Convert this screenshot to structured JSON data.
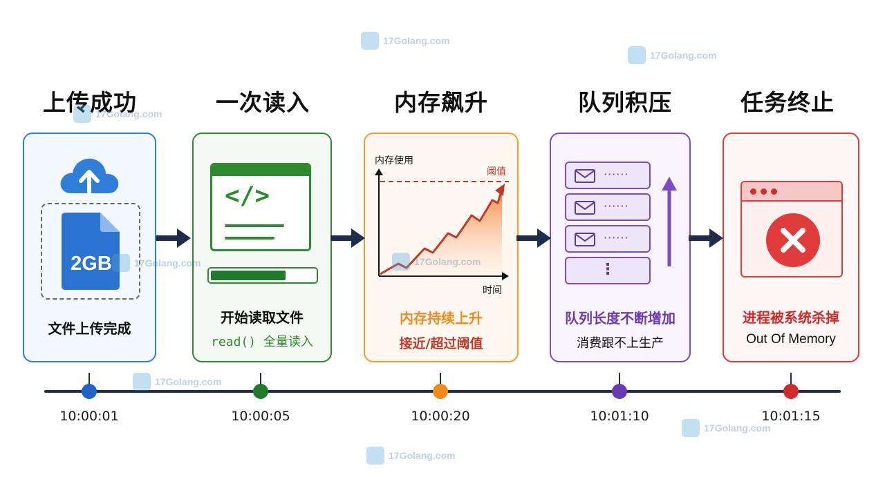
{
  "stages": [
    {
      "title": "上传成功",
      "caption": "文件上传完成",
      "subcaption": "",
      "time": "10:00:01",
      "color": "#2f7fd8"
    },
    {
      "title": "一次读入",
      "caption": "开始读取文件",
      "subcaption": "read() 全量读入",
      "time": "10:00:05",
      "color": "#2e8a2e"
    },
    {
      "title": "内存飙升",
      "caption": "内存持续上升",
      "subcaption": "接近/超过阈值",
      "time": "10:00:20",
      "color": "#f08a1c"
    },
    {
      "title": "队列积压",
      "caption": "队列长度不断增加",
      "subcaption": "消费跟不上生产",
      "time": "10:01:10",
      "color": "#7a4cc2"
    },
    {
      "title": "任务终止",
      "caption": "进程被系统杀掉",
      "subcaption": "Out Of Memory",
      "time": "10:01:15",
      "color": "#e03a3a"
    }
  ],
  "upload_card": {
    "file_size": "2GB",
    "icons": [
      "cloud-upload-icon",
      "file-icon"
    ]
  },
  "read_card": {
    "code_symbol": "</>",
    "progress": 0.72
  },
  "memory_chart": {
    "ylabel": "内存使用",
    "xlabel": "时间",
    "threshold_label": "阈值"
  },
  "queue_card": {
    "message_dots": "······",
    "more_dots": "⋮",
    "item_count": 4
  },
  "kill_card": {
    "icons": [
      "window-icon",
      "close-error-icon"
    ]
  },
  "watermark": "17Golang.com"
}
